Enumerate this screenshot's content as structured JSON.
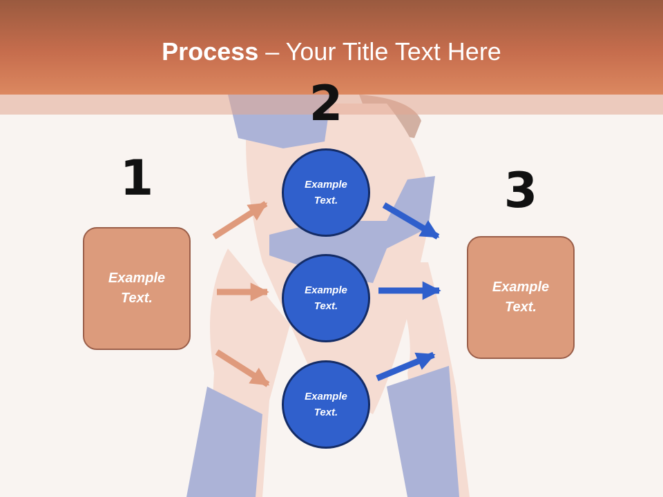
{
  "slide": {
    "title_bold": "Process",
    "title_rest": " – Your Title Text Here"
  },
  "steps": [
    {
      "number": "1"
    },
    {
      "number": "2"
    },
    {
      "number": "3"
    }
  ],
  "left_box": {
    "line1": "Example",
    "line2": "Text."
  },
  "right_box": {
    "line1": "Example",
    "line2": "Text."
  },
  "circles": [
    {
      "line1": "Example",
      "line2": "Text."
    },
    {
      "line1": "Example",
      "line2": "Text."
    },
    {
      "line1": "Example",
      "line2": "Text."
    }
  ],
  "colors": {
    "header": "#c66d4d",
    "orange_arrow": "#df9a7c",
    "blue_arrow": "#2f5fcc",
    "box_fill": "#dc9b7c",
    "circle_fill": "#3060cc"
  }
}
